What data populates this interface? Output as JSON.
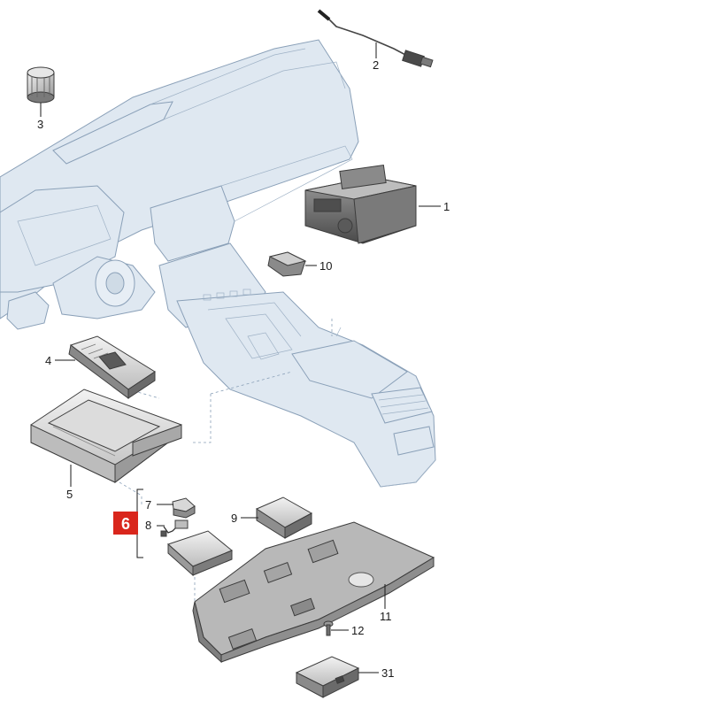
{
  "highlight": {
    "label": "6",
    "color": "#d9261c"
  },
  "colors": {
    "dashboard": "#dfe8f1",
    "dashboard_line": "#8aa0b8",
    "part_light": "#d5d5d5",
    "part_dark": "#6a6a6a"
  },
  "parts": [
    {
      "id": "1",
      "label": "1",
      "name": "head-unit"
    },
    {
      "id": "2",
      "label": "2",
      "name": "antenna-cable"
    },
    {
      "id": "3",
      "label": "3",
      "name": "speaker-knob"
    },
    {
      "id": "4",
      "label": "4",
      "name": "wireless-charging-pad"
    },
    {
      "id": "5",
      "label": "5",
      "name": "storage-tray"
    },
    {
      "id": "7",
      "label": "7",
      "name": "connector-module"
    },
    {
      "id": "8",
      "label": "8",
      "name": "wiring-connector"
    },
    {
      "id": "9",
      "label": "9",
      "name": "control-unit"
    },
    {
      "id": "10",
      "label": "10",
      "name": "switch-module"
    },
    {
      "id": "11",
      "label": "11",
      "name": "mounting-bracket"
    },
    {
      "id": "12",
      "label": "12",
      "name": "screw"
    },
    {
      "id": "31",
      "label": "31",
      "name": "interface-box"
    }
  ]
}
